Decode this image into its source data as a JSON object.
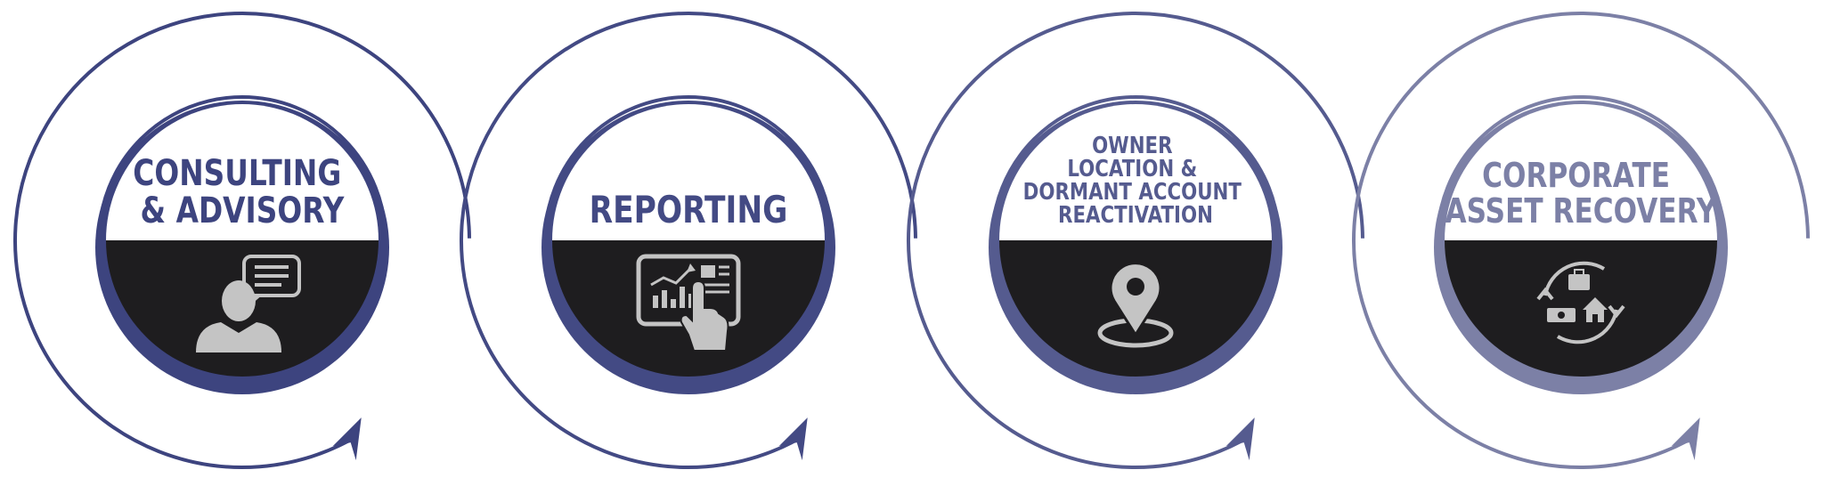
{
  "steps": [
    {
      "label_lines": [
        "CONSULTING",
        "& ADVISORY"
      ],
      "icon": "person-speech-bubble-icon",
      "color": "#3d447f"
    },
    {
      "label_lines": [
        "REPORTING"
      ],
      "icon": "tablet-chart-hand-icon",
      "color": "#434a84"
    },
    {
      "label_lines": [
        "OWNER",
        "LOCATION &",
        "DORMANT ACCOUNT",
        "REACTIVATION"
      ],
      "icon": "location-pin-icon",
      "color": "#555b8f"
    },
    {
      "label_lines": [
        "CORPORATE",
        "ASSET RECOVERY"
      ],
      "icon": "recovery-cycle-icon",
      "color": "#7c80a6"
    }
  ],
  "colors": {
    "panel_dark": "#1e1d1f",
    "icon_gray": "#c4c4c4",
    "background": "#ffffff"
  }
}
